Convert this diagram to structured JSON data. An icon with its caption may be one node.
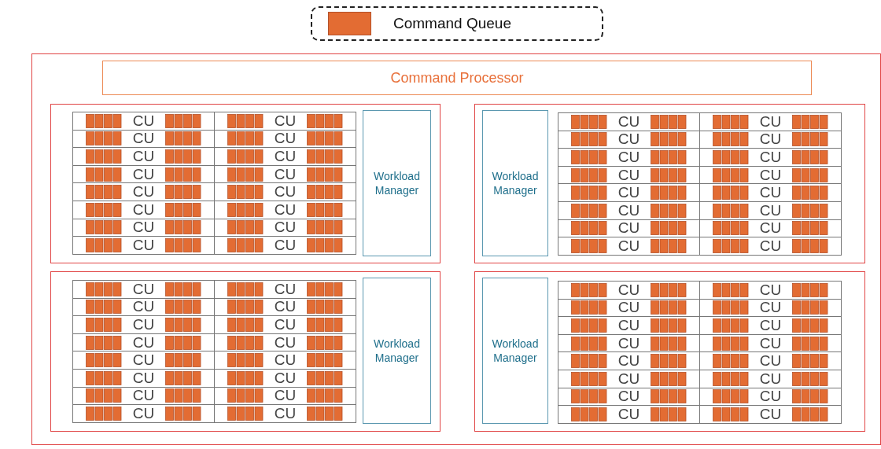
{
  "diagram": {
    "nodes": [
      {
        "text": [],
        "shape": "box"
      },
      {
        "text": [
          "Command Processor"
        ],
        "in": 0
      },
      {
        "text": [],
        "shape": "box",
        "in": 0
      },
      {
        "text": [
          "CU"
        ],
        "in": 2
      },
      {
        "text": [
          "CU"
        ],
        "in": 2
      },
      {
        "text": [
          "CU"
        ],
        "in": 2
      },
      {
        "text": [
          "CU"
        ],
        "in": 2
      },
      {
        "text": [
          "CU"
        ],
        "in": 2
      },
      {
        "text": [
          "CU"
        ],
        "in": 2
      },
      {
        "text": [
          "CU"
        ],
        "in": 2
      },
      {
        "text": [
          "CU"
        ],
        "in": 2
      },
      {
        "text": [
          "CU"
        ],
        "in": 2
      },
      {
        "text": [
          "CU"
        ],
        "in": 2
      },
      {
        "text": [
          "CU"
        ],
        "in": 2
      },
      {
        "text": [
          "CU"
        ],
        "in": 2
      },
      {
        "text": [
          "CU"
        ],
        "in": 2
      },
      {
        "text": [
          "CU"
        ],
        "in": 2
      },
      {
        "text": [
          "CU"
        ],
        "in": 2
      },
      {
        "text": [
          "CU"
        ],
        "in": 2
      },
      {
        "text": [
          "Workload Manager"
        ],
        "in": 2
      },
      {
        "text": [],
        "shape": "box",
        "in": 0
      },
      {
        "text": [
          "Workload Manager"
        ],
        "in": 20
      },
      {
        "text": [
          "CU"
        ],
        "in": 20
      },
      {
        "text": [
          "CU"
        ],
        "in": 20
      },
      {
        "text": [
          "CU"
        ],
        "in": 20
      },
      {
        "text": [
          "CU"
        ],
        "in": 20
      },
      {
        "text": [
          "CU"
        ],
        "in": 20
      },
      {
        "text": [
          "CU"
        ],
        "in": 20
      },
      {
        "text": [
          "CU"
        ],
        "in": 20
      },
      {
        "text": [
          "CU"
        ],
        "in": 20
      },
      {
        "text": [
          "CU"
        ],
        "in": 20
      },
      {
        "text": [
          "CU"
        ],
        "in": 20
      },
      {
        "text": [
          "CU"
        ],
        "in": 20
      },
      {
        "text": [
          "CU"
        ],
        "in": 20
      },
      {
        "text": [
          "CU"
        ],
        "in": 20
      },
      {
        "text": [
          "CU"
        ],
        "in": 20
      },
      {
        "text": [
          "CU"
        ],
        "in": 20
      },
      {
        "text": [
          "CU"
        ],
        "in": 20
      },
      {
        "text": [],
        "shape": "box",
        "in": 0
      },
      {
        "text": [
          "CU"
        ],
        "in": 38
      },
      {
        "text": [
          "CU"
        ],
        "in": 38
      },
      {
        "text": [
          "CU"
        ],
        "in": 38
      },
      {
        "text": [
          "CU"
        ],
        "in": 38
      },
      {
        "text": [
          "CU"
        ],
        "in": 38
      },
      {
        "text": [
          "CU"
        ],
        "in": 38
      },
      {
        "text": [
          "CU"
        ],
        "in": 38
      },
      {
        "text": [
          "CU"
        ],
        "in": 38
      },
      {
        "text": [
          "CU"
        ],
        "in": 38
      },
      {
        "text": [
          "CU"
        ],
        "in": 38
      },
      {
        "text": [
          "CU"
        ],
        "in": 38
      },
      {
        "text": [
          "CU"
        ],
        "in": 38
      },
      {
        "text": [
          "CU"
        ],
        "in": 38
      },
      {
        "text": [
          "CU"
        ],
        "in": 38
      },
      {
        "text": [
          "CU"
        ],
        "in": 38
      },
      {
        "text": [
          "CU"
        ],
        "in": 38
      },
      {
        "text": [
          "Workload Manager"
        ],
        "in": 38
      },
      {
        "text": [],
        "shape": "box",
        "in": 0
      },
      {
        "text": [
          "Workload Manager"
        ],
        "in": 56
      },
      {
        "text": [
          "CU"
        ],
        "in": 56
      },
      {
        "text": [
          "CU"
        ],
        "in": 56
      },
      {
        "text": [
          "CU"
        ],
        "in": 56
      },
      {
        "text": [
          "CU"
        ],
        "in": 56
      },
      {
        "text": [
          "CU"
        ],
        "in": 56
      },
      {
        "text": [
          "CU"
        ],
        "in": 56
      },
      {
        "text": [
          "CU"
        ],
        "in": 56
      },
      {
        "text": [
          "CU"
        ],
        "in": 56
      },
      {
        "text": [
          "CU"
        ],
        "in": 56
      },
      {
        "text": [
          "CU"
        ],
        "in": 56
      },
      {
        "text": [
          "CU"
        ],
        "in": 56
      },
      {
        "text": [
          "CU"
        ],
        "in": 56
      },
      {
        "text": [
          "CU"
        ],
        "in": 56
      },
      {
        "text": [
          "CU"
        ],
        "in": 56
      },
      {
        "text": [
          "CU"
        ],
        "in": 56
      },
      {
        "text": [
          "CU"
        ],
        "in": 56
      }
    ],
    "legend": [
      {
        "text": "Command Queue",
        "color": "#e36c33"
      }
    ]
  }
}
